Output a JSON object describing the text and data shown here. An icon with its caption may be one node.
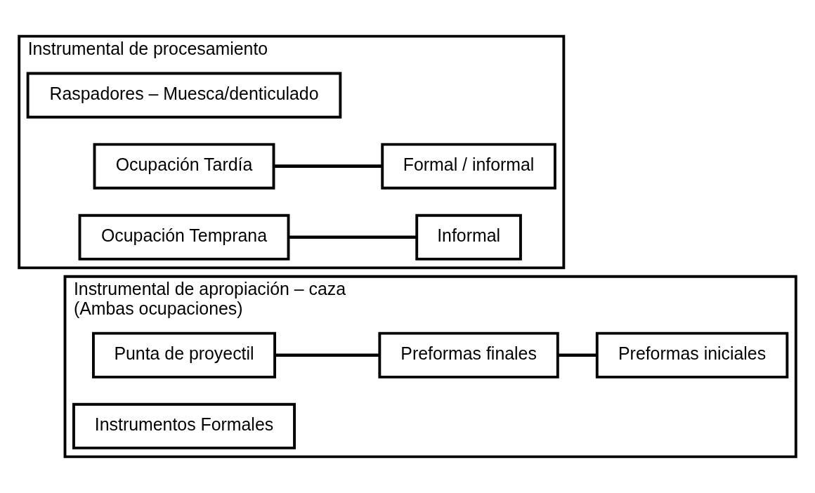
{
  "diagram": {
    "nodes": [
      {
        "text": [
          "Instrumental de apropiación – caza",
          "(Ambas ocupaciones)"
        ]
      },
      {
        "text": [
          "Punta de proyectil"
        ],
        "in": 0
      },
      {
        "text": [
          "Preformas finales"
        ],
        "in": 0
      },
      {
        "text": [
          "Preformas iniciales"
        ],
        "in": 0
      },
      {
        "text": [
          "Instrumentos Formales"
        ],
        "in": 0
      },
      {
        "text": [
          "Instrumental de procesamiento"
        ]
      },
      {
        "text": [
          "Raspadores – Muesca/denticulado"
        ],
        "in": 5
      },
      {
        "text": [
          "Ocupación Tardía"
        ],
        "in": 5
      },
      {
        "text": [
          "Formal / informal"
        ],
        "in": 5
      },
      {
        "text": [
          "Ocupación Temprana"
        ],
        "in": 5
      },
      {
        "text": [
          "Informal"
        ],
        "in": 5
      }
    ],
    "edges": [
      {
        "from": 1,
        "to": 2,
        "arrow": "none"
      },
      {
        "from": 2,
        "to": 3,
        "arrow": "none"
      },
      {
        "from": 7,
        "to": 8,
        "arrow": "none"
      },
      {
        "from": 9,
        "to": 10,
        "arrow": "none"
      }
    ]
  }
}
